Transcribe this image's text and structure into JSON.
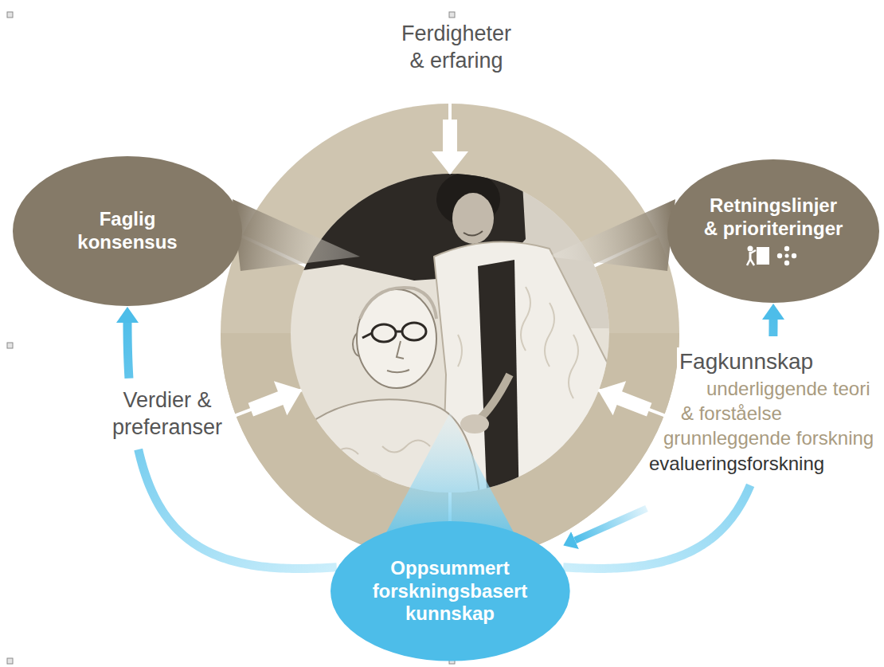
{
  "diagram": {
    "nodes": [
      {
        "text": [
          "Faglig konsensus"
        ]
      },
      {
        "text": [
          "Retningslinjer & prioriteringer"
        ]
      },
      {
        "text": [
          "Oppsummert forskningsbasert kunnskap"
        ]
      }
    ],
    "edges": [
      {
        "from": 2,
        "to": 0,
        "arrow": "to"
      },
      {
        "from": 2,
        "to": 1,
        "arrow": "to"
      }
    ],
    "labels": [
      "Ferdigheter & erfaring",
      "Verdier & preferanser",
      "Fagkunnskap",
      "underliggende teori & forståelse",
      "grunnleggende forskning",
      "evalueringsforskning"
    ]
  }
}
